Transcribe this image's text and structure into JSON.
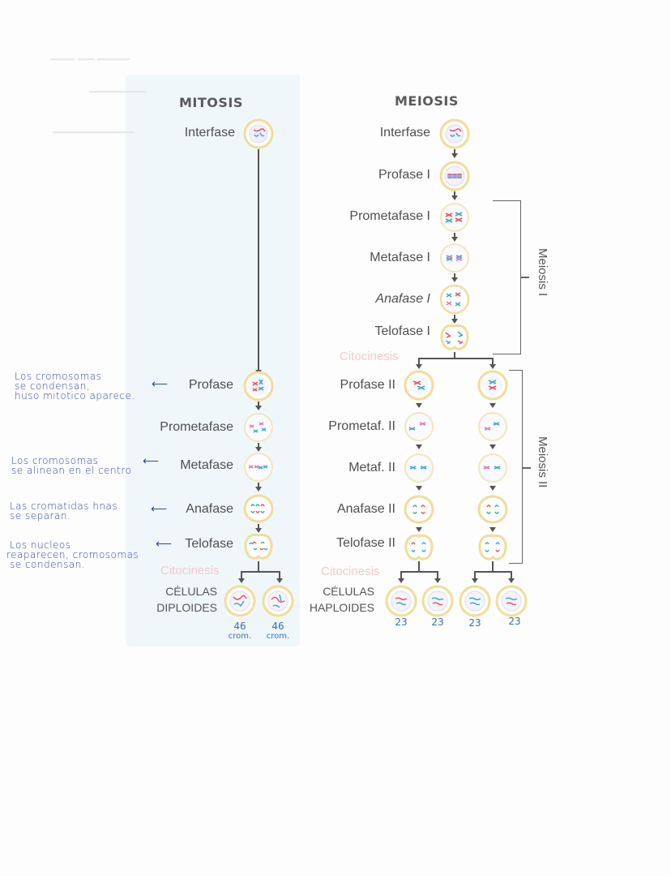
{
  "mitosis": {
    "title": "MITOSIS",
    "phases": [
      {
        "label": "Interfase",
        "note": ""
      },
      {
        "label": "Profase",
        "note": "Los cromosomas se condensan, huso mitótico aparece."
      },
      {
        "label": "Prometafase",
        "note": ""
      },
      {
        "label": "Metafase",
        "note": "Los cromosomas se alinean en el centro"
      },
      {
        "label": "Anafase",
        "note": "Las cromátidas hnas. se separan."
      },
      {
        "label": "Telofase",
        "note": "Los núcleos reaparecen, cromosomas se condensan."
      }
    ],
    "citocinesis": "Citocinesis",
    "result_label_1": "CÉLULAS",
    "result_label_2": "DIPLOIDES",
    "result_counts": [
      "46",
      "46"
    ],
    "result_units": [
      "crom.",
      "crom."
    ]
  },
  "meiosis": {
    "title": "MEIOSIS",
    "phases_I": [
      {
        "label": "Interfase"
      },
      {
        "label": "Profase I"
      },
      {
        "label": "Prometafase I"
      },
      {
        "label": "Metafase I"
      },
      {
        "label": "Anafase I"
      },
      {
        "label": "Telofase I"
      }
    ],
    "citocinesis_I": "Citocinesis",
    "phases_II": [
      {
        "label": "Profase II"
      },
      {
        "label": "Prometaf. II"
      },
      {
        "label": "Metaf. II"
      },
      {
        "label": "Anafase II"
      },
      {
        "label": "Telofase II"
      }
    ],
    "citocinesis_II": "Citocinesis",
    "bracket_I": "Meiosis I",
    "bracket_II": "Meiosis II",
    "result_label_1": "CÉLULAS",
    "result_label_2": "HAPLOIDES",
    "result_counts": [
      "23",
      "23",
      "23",
      "23"
    ]
  },
  "handwritten_notes": {
    "profase_l1": "Los cromosomas",
    "profase_l2": "se condensan,",
    "profase_l3": "huso mitotico aparece.",
    "metafase_l1": "Los cromosomas",
    "metafase_l2": "se alinean en el centro",
    "anafase_l1": "Las cromatidas hnas",
    "anafase_l2": "se separan.",
    "telofase_l1": "Los nucleos",
    "telofase_l2": "reaparecen, cromosomas",
    "telofase_l3": "se condensan."
  },
  "colors": {
    "cell_ring": "#f2dc9a",
    "chromosome_red": "#e8555d",
    "chromosome_blue": "#3aa7d8",
    "chromosome_pink": "#e07ab0",
    "citocinesis_text": "#f1c9cc",
    "handwriting": "#2d46a3",
    "mitosis_panel": "#f0f7fb"
  }
}
